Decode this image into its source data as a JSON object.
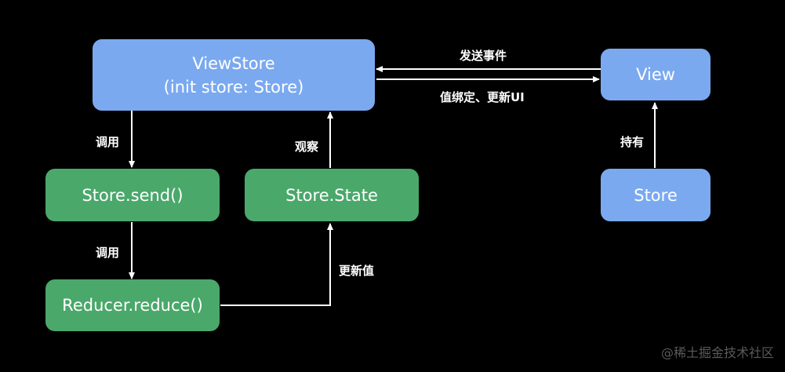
{
  "nodes": {
    "viewstore": {
      "line1": "ViewStore",
      "line2": "(init store: Store)"
    },
    "view": {
      "label": "View"
    },
    "store": {
      "label": "Store"
    },
    "store_send": {
      "label": "Store.send()"
    },
    "store_state": {
      "label": "Store.State"
    },
    "reducer_reduce": {
      "label": "Reducer.reduce()"
    }
  },
  "edges": {
    "send_event": "发送事件",
    "bind_update": "值绑定、更新UI",
    "call_1": "调用",
    "call_2": "调用",
    "observe": "观察",
    "update_value": "更新值",
    "hold": "持有"
  },
  "watermark": "@稀土掘金技术社区",
  "colors": {
    "background": "#000000",
    "blue_box": "#7aa9ef",
    "green_box": "#4aa86a",
    "text": "#ffffff",
    "watermark": "#5a5a5a"
  }
}
